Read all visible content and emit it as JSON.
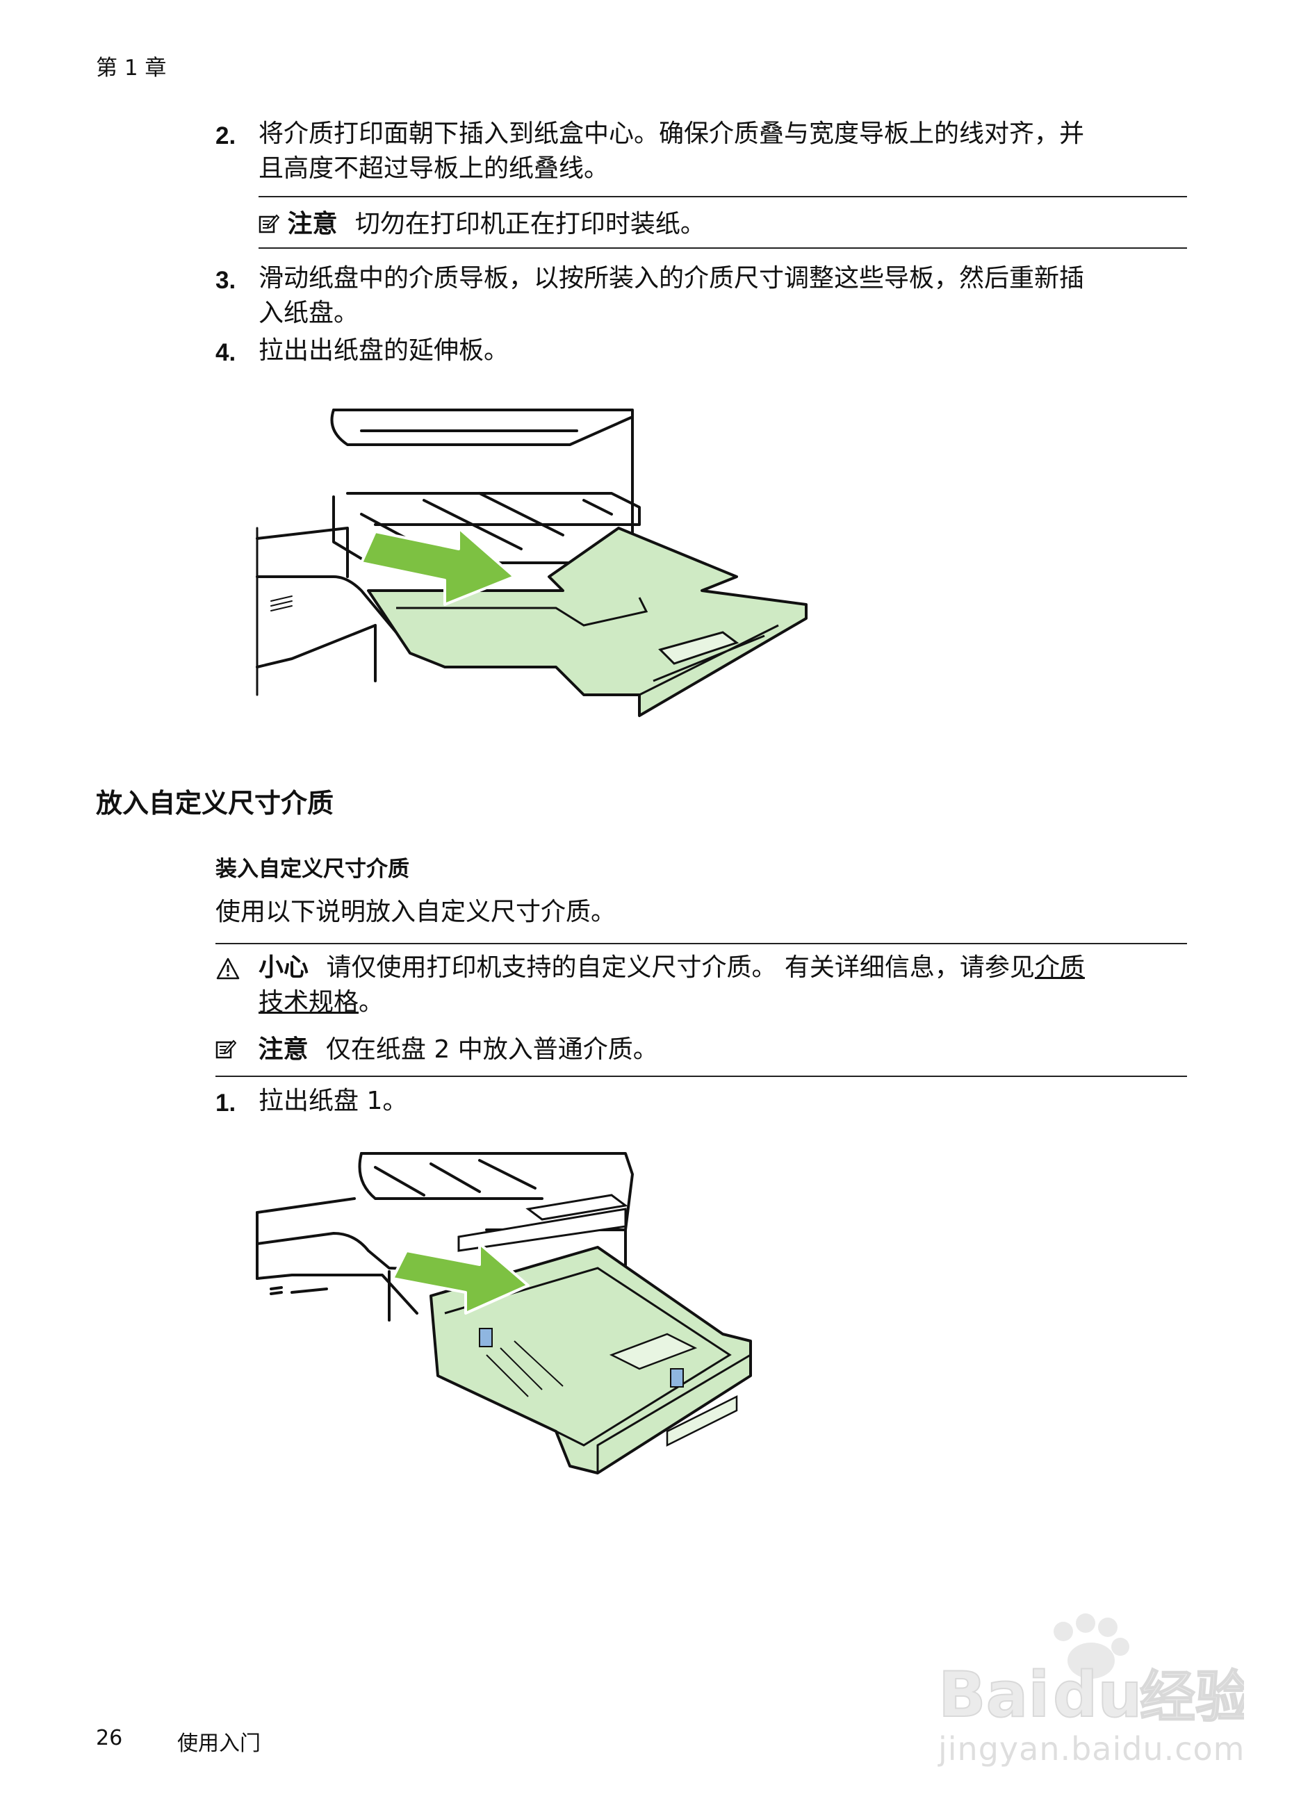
{
  "header": {
    "chapter": "第 1 章"
  },
  "steps_top": [
    {
      "num": "2.",
      "line1": "将介质打印面朝下插入到纸盒中心。确保介质叠与宽度导板上的线对齐，并",
      "line2": "且高度不超过导板上的纸叠线。"
    },
    {
      "num": "3.",
      "line1": "滑动纸盘中的介质导板，以按所装入的介质尺寸调整这些导板，然后重新插",
      "line2": "入纸盘。"
    },
    {
      "num": "4.",
      "line1": "拉出出纸盘的延伸板。"
    }
  ],
  "note1": {
    "label": "注意",
    "text": "切勿在打印机正在打印时装纸。"
  },
  "section": {
    "title": "放入自定义尺寸介质"
  },
  "subsection": {
    "title": "装入自定义尺寸介质",
    "intro": "使用以下说明放入自定义尺寸介质。"
  },
  "caution": {
    "label": "小心",
    "text": "请仅使用打印机支持的自定义尺寸介质。 有关详细信息，请参见",
    "link_part1": "介质",
    "link_part2": "技术规格",
    "end": "。"
  },
  "note2": {
    "label": "注意",
    "text": "仅在纸盘 2 中放入普通介质。"
  },
  "step_bottom": {
    "num": "1.",
    "text": "拉出纸盘 1。"
  },
  "footer": {
    "page": "26",
    "section": "使用入门"
  },
  "watermark": {
    "logo": "Bai du 经验",
    "url": "jingyan.baidu.com"
  },
  "colors": {
    "tray_green": "#cfeac4",
    "arrow_green": "#7dc142",
    "line": "#111111"
  }
}
